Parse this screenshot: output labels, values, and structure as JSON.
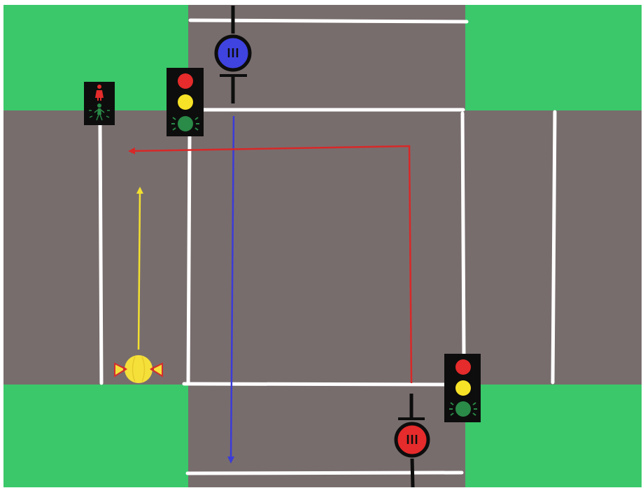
{
  "scene": {
    "colors": {
      "grass": "#3ac86a",
      "road": "#786d6d",
      "lane_marking": "#ffffff",
      "signal_housing": "#0d0d0d",
      "light_red": "#e52b2b",
      "light_yellow": "#f7e227",
      "light_green": "#2a8a48",
      "player_blue": "#3f43e0",
      "player_red": "#e52b2b",
      "pedestrian_ball": "#f5e03a",
      "pedestrian_bow": "#d42e2e",
      "path_blue": "#3b3bd9",
      "path_red": "#d82828",
      "path_yellow": "#f2e030"
    },
    "players": [
      {
        "id": "blue-player",
        "badge_symbol": "III"
      },
      {
        "id": "red-player",
        "badge_symbol": "III"
      }
    ],
    "signals": [
      {
        "id": "traffic-light-north-west",
        "lights": [
          "red",
          "yellow",
          "green"
        ],
        "active": "green"
      },
      {
        "id": "traffic-light-south-east",
        "lights": [
          "red",
          "yellow",
          "green"
        ],
        "active": "green"
      },
      {
        "id": "pedestrian-signal-west",
        "states": [
          "stop",
          "walk"
        ],
        "active": "walk"
      }
    ],
    "paths": [
      {
        "id": "blue-path",
        "direction": "south"
      },
      {
        "id": "red-path",
        "direction": "north-then-west"
      },
      {
        "id": "yellow-path",
        "direction": "north"
      }
    ]
  }
}
